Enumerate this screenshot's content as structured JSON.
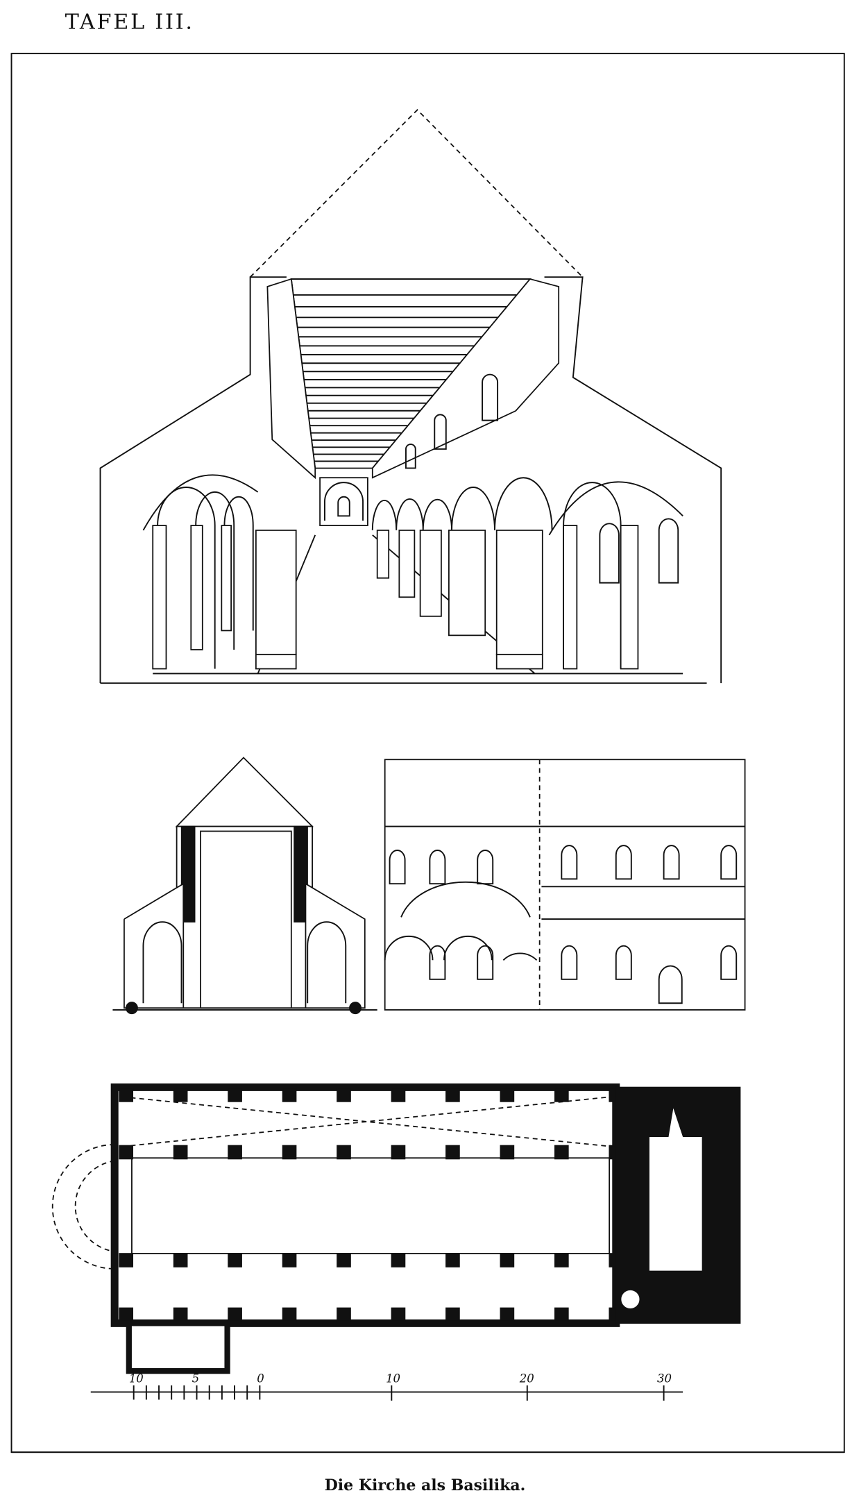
{
  "plate": {
    "title": "TAFEL III.",
    "caption": "Die Kirche als Basilika."
  },
  "scale_bar": {
    "labels": [
      "10",
      "5",
      "0",
      "10",
      "20",
      "30"
    ]
  },
  "colors": {
    "ink": "#111111",
    "paper": "#ffffff"
  }
}
